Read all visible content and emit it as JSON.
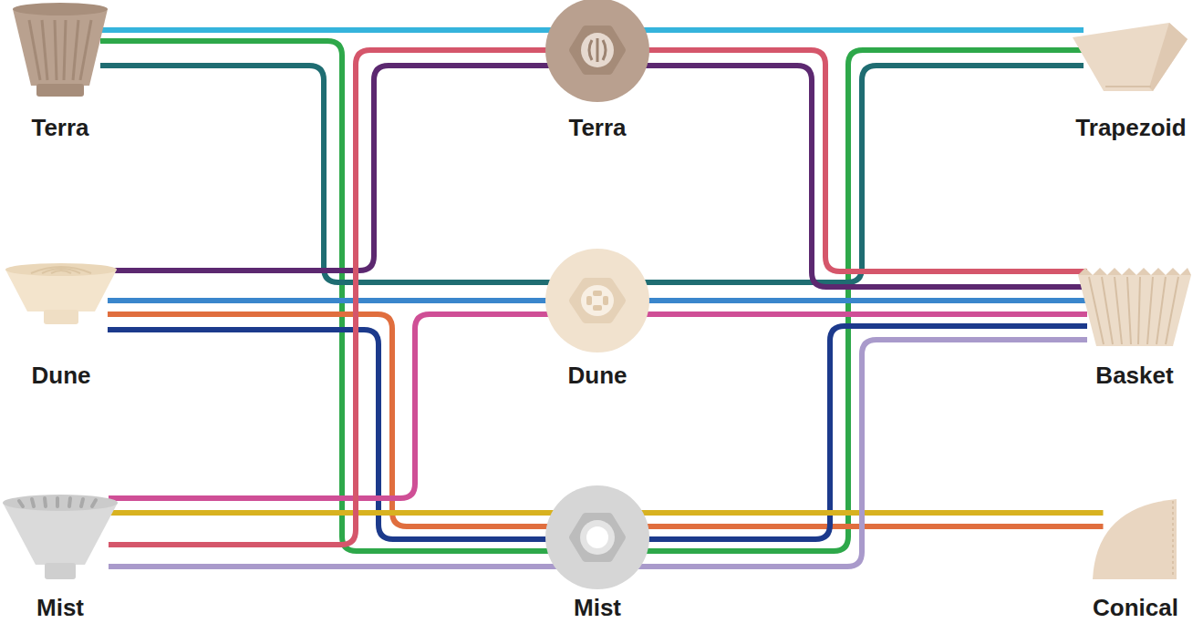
{
  "diagram": {
    "nodes": [
      {
        "text": [
          "Terra"
        ]
      },
      {
        "text": [
          "Terra"
        ]
      },
      {
        "text": [
          "Trapezoid"
        ]
      },
      {
        "text": [
          "Dune"
        ]
      },
      {
        "text": [
          "Dune"
        ]
      },
      {
        "text": [
          "Basket"
        ]
      },
      {
        "text": [
          "Mist"
        ]
      },
      {
        "text": [
          "Mist"
        ]
      },
      {
        "text": [
          "Conical"
        ]
      }
    ],
    "edges": [
      {
        "from": 0,
        "to": 1,
        "arrow": "none"
      },
      {
        "from": 1,
        "to": 2,
        "arrow": "none"
      },
      {
        "from": 0,
        "to": 7,
        "arrow": "none"
      },
      {
        "from": 7,
        "to": 2,
        "arrow": "none"
      },
      {
        "from": 0,
        "to": 4,
        "arrow": "none"
      },
      {
        "from": 4,
        "to": 2,
        "arrow": "none"
      },
      {
        "from": 3,
        "to": 1,
        "arrow": "none"
      },
      {
        "from": 1,
        "to": 5,
        "arrow": "none"
      },
      {
        "from": 3,
        "to": 4,
        "arrow": "none"
      },
      {
        "from": 4,
        "to": 5,
        "arrow": "none"
      },
      {
        "from": 3,
        "to": 7,
        "arrow": "none"
      },
      {
        "from": 7,
        "to": 8,
        "arrow": "none"
      },
      {
        "from": 3,
        "to": 7,
        "arrow": "none"
      },
      {
        "from": 7,
        "to": 5,
        "arrow": "none"
      },
      {
        "from": 6,
        "to": 4,
        "arrow": "none"
      },
      {
        "from": 4,
        "to": 5,
        "arrow": "none"
      },
      {
        "from": 6,
        "to": 7,
        "arrow": "none"
      },
      {
        "from": 7,
        "to": 8,
        "arrow": "none"
      },
      {
        "from": 6,
        "to": 1,
        "arrow": "none"
      },
      {
        "from": 1,
        "to": 5,
        "arrow": "none"
      },
      {
        "from": 6,
        "to": 7,
        "arrow": "none"
      },
      {
        "from": 7,
        "to": 5,
        "arrow": "none"
      }
    ]
  }
}
